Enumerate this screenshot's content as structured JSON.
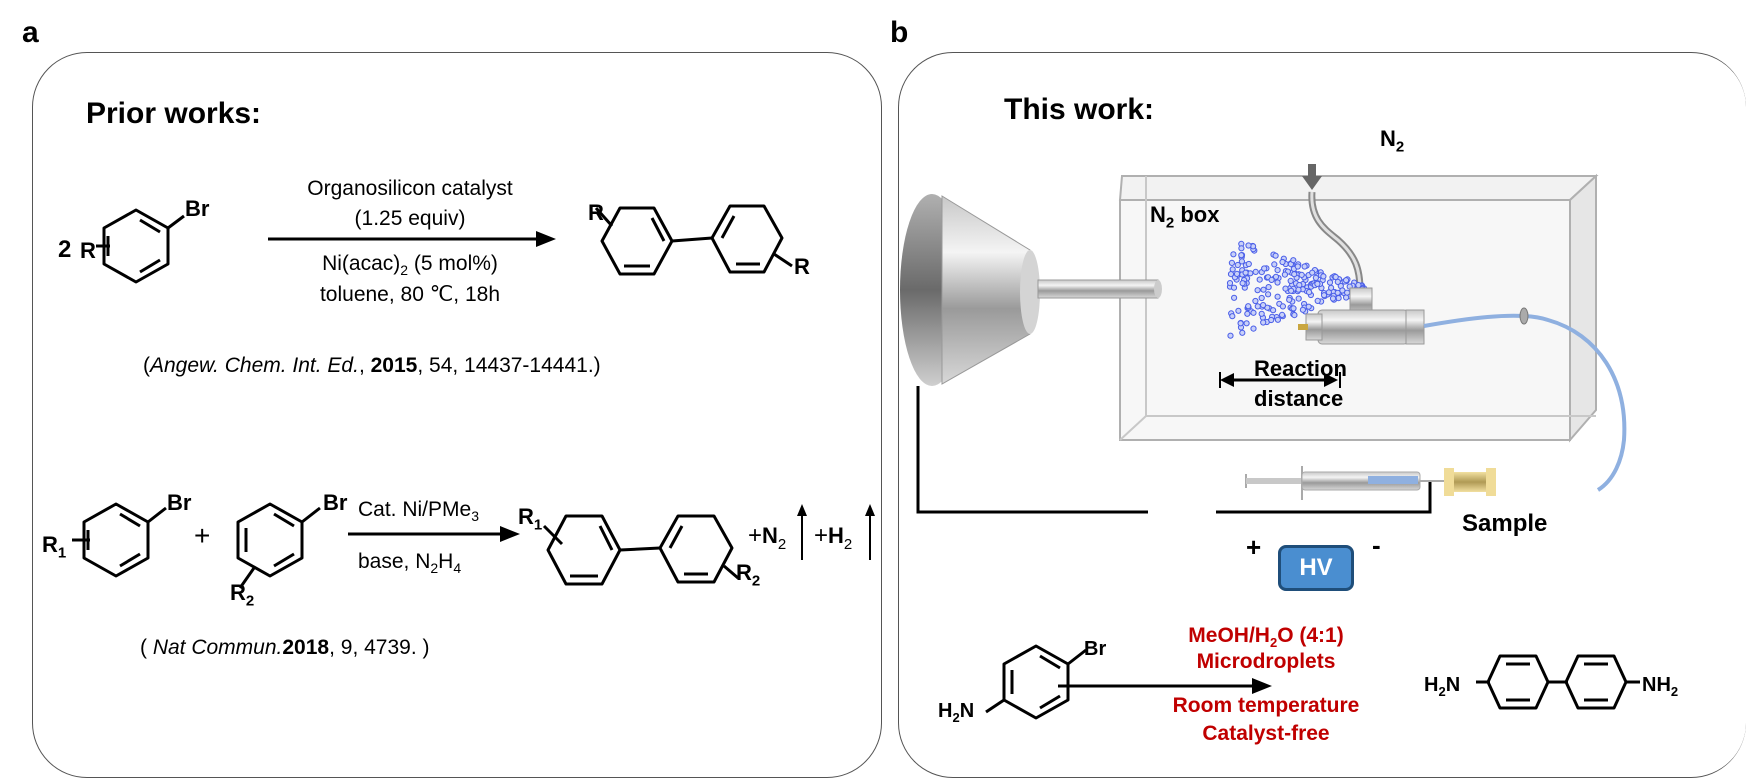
{
  "panel_a": {
    "letter": "a",
    "heading": "Prior works:",
    "reaction1": {
      "reactant_coeff": "2",
      "reactant_substituent": "R",
      "leaving_group": "Br",
      "product_substituent": "R",
      "above_arrow": [
        "Organosilicon catalyst",
        "(1.25 equiv)"
      ],
      "below_arrow": [
        "Ni(acac)",
        "2",
        " (5 mol%)",
        "toluene, 80 ℃, 18h"
      ],
      "reference": {
        "open": "(",
        "journal": "Angew. Chem. Int. Ed.",
        "sep": ", ",
        "year": "2015",
        "rest": ", 54, 14437-14441.)"
      }
    },
    "reaction2": {
      "reactant1_substituent": "R",
      "reactant1_sub": "1",
      "reactant2_substituent": "R",
      "reactant2_sub": "2",
      "leaving_group": "Br",
      "plus": "+",
      "above_arrow": {
        "text": "Cat. Ni/PMe",
        "sub": "3"
      },
      "below_arrow": {
        "pre": "base, N",
        "sub1": "2",
        "mid": "H",
        "sub2": "4"
      },
      "byproducts": [
        {
          "plus": "+",
          "main": "N",
          "sub": "2"
        },
        {
          "plus": "+",
          "main": "H",
          "sub": "2"
        }
      ],
      "reference": {
        "open": "( ",
        "journal": "Nat Commun.",
        "year": "2018",
        "rest": ", 9, 4739. )"
      }
    }
  },
  "panel_b": {
    "letter": "b",
    "heading": "This work:",
    "gas_label": {
      "main": "N",
      "sub": "2"
    },
    "box_label": {
      "main": "N",
      "sub": "2",
      "rest": " box"
    },
    "distance_label": [
      "Reaction",
      "distance"
    ],
    "sample_label": "Sample",
    "hv_label": "HV",
    "polarity": {
      "positive": "+",
      "negative": "-"
    },
    "colors": {
      "droplet": "#4a5ee8",
      "tube": "#8fb0e0",
      "hv_fill": "#4a8ed0",
      "conditions": "#c00000"
    },
    "reaction": {
      "reactant_amine": {
        "main": "H",
        "sub": "2",
        "rest": "N"
      },
      "leaving_group": "Br",
      "above_arrow": [
        {
          "pre": "MeOH/H",
          "sub": "2",
          "post": "O (4:1)"
        },
        "Microdroplets"
      ],
      "below_arrow": [
        "Room temperature",
        "Catalyst-free"
      ],
      "product_left": {
        "main": "H",
        "sub": "2",
        "rest": "N"
      },
      "product_right": {
        "main": "NH",
        "sub": "2"
      }
    }
  }
}
